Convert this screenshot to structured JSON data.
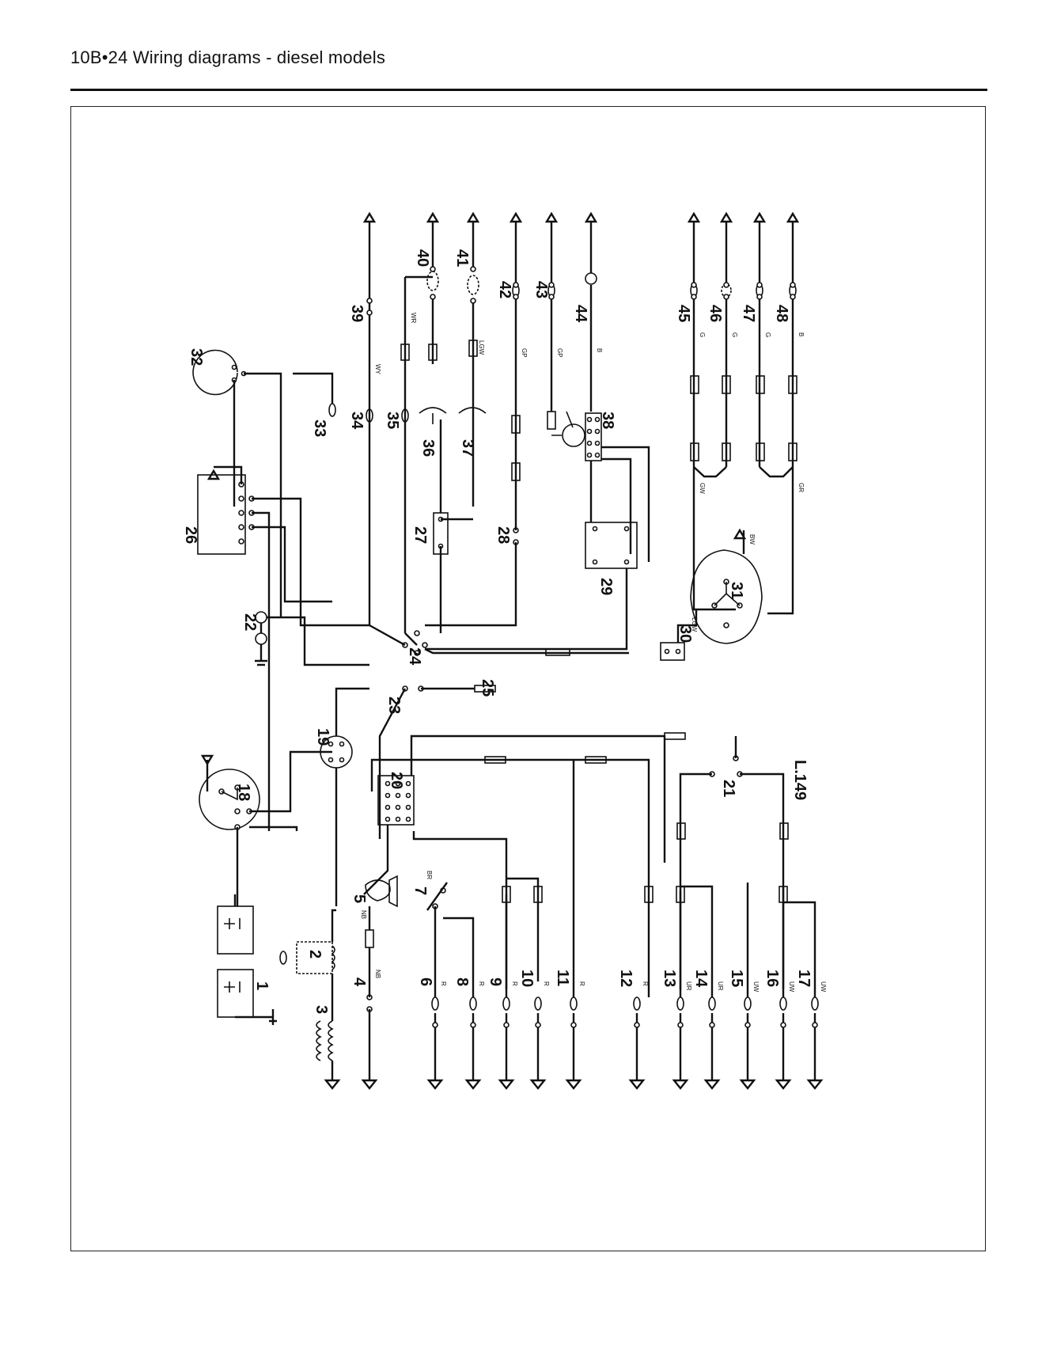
{
  "header": {
    "title": "10B•24  Wiring diagrams - diesel models"
  },
  "diagram": {
    "reference": "L.149",
    "left_group": [
      "1",
      "2",
      "3",
      "4",
      "5",
      "6",
      "7",
      "8",
      "9",
      "10",
      "11",
      "12",
      "13",
      "14",
      "15",
      "16",
      "17"
    ],
    "center_group": [
      "18",
      "19",
      "20",
      "21",
      "22",
      "23",
      "24",
      "25",
      "26",
      "27",
      "28",
      "29",
      "30",
      "31",
      "32"
    ],
    "right_group": [
      "33",
      "34",
      "35",
      "36",
      "37",
      "38",
      "39",
      "40",
      "41",
      "42",
      "43",
      "44",
      "45",
      "46",
      "47",
      "48"
    ],
    "wire_codes": {
      "c4": "NB",
      "c5": "NB",
      "c7": "BR",
      "c6": "R",
      "c8": "R",
      "c9": "R",
      "c10": "R",
      "c11": "R",
      "c12": "R",
      "c13": "UR",
      "c14": "UR",
      "c15": "UW",
      "c16": "UW",
      "c17": "UW",
      "c39": "WY",
      "c40": "WR",
      "c41": "LGW",
      "c42": "GP",
      "c43": "GP",
      "c44": "B",
      "c45": "G",
      "c46": "G",
      "c47": "G",
      "c48": "B",
      "cGW": "GW",
      "cGR": "GR",
      "cBW": "BW",
      "cLGW": "LGW"
    }
  }
}
